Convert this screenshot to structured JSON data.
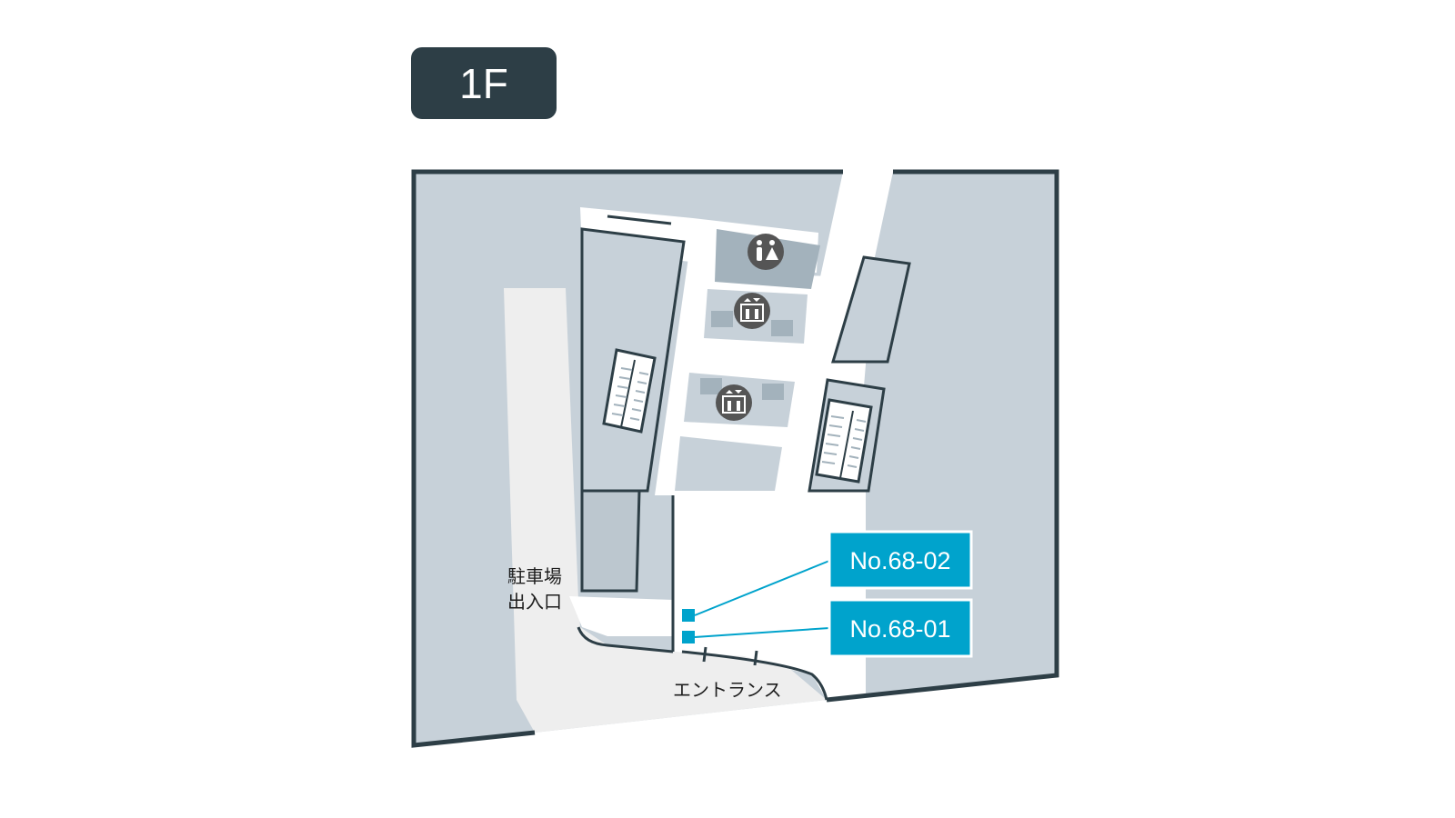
{
  "floor": {
    "label": "1F"
  },
  "labels": {
    "parking_line1": "駐車場",
    "parking_line2": "出入口",
    "entrance": "エントランス"
  },
  "callouts": [
    {
      "id": "68-02",
      "label": "No.68-02"
    },
    {
      "id": "68-01",
      "label": "No.68-01"
    }
  ],
  "icons": [
    "restroom-icon",
    "elevator-icon",
    "elevator-icon"
  ],
  "colors": {
    "frame": "#2d3e46",
    "building": "#c7d1d9",
    "block": "#bcc7cf",
    "dark_block": "#a3b2bc",
    "walkway": "#ffffff",
    "exterior": "#eeeeee",
    "accent": "#00a3cc",
    "icon_bg": "#555555"
  }
}
